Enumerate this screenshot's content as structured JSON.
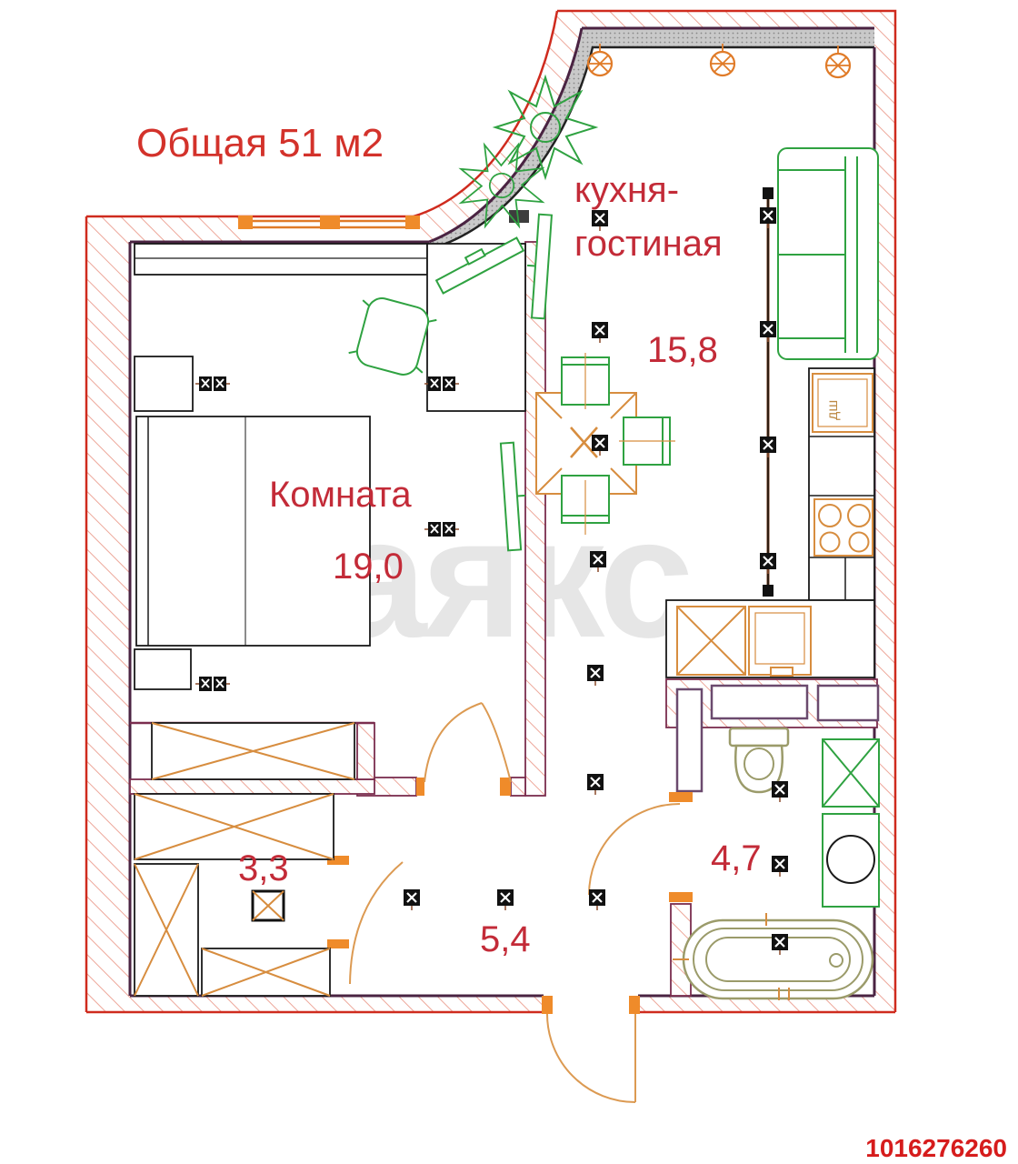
{
  "title": "Общая 51 м2",
  "watermark": "аякс",
  "listing_id": "1016276260",
  "rooms": {
    "kitchen_living": {
      "name_line1": "кухня-",
      "name_line2": "гостиная",
      "area": "15,8"
    },
    "bedroom": {
      "name": "Комната",
      "area": "19,0"
    },
    "wardrobe": {
      "area": "3,3"
    },
    "hallway": {
      "area": "5,4"
    },
    "bathroom": {
      "area": "4,7"
    }
  },
  "appliances": {
    "dishwasher_abbr": "дш"
  },
  "colors": {
    "wall_outline_red": "#cf2b1e",
    "wall_hatch_pink": "#eda79a",
    "wall_inner_purple": "#4a2342",
    "partition_purple": "#7a2d4f",
    "window_orange": "#e07b28",
    "furniture_orange": "#d78d3f",
    "furniture_green": "#2fa241",
    "fixture_olive": "#9b9b6a",
    "glazing_gray": "#c9c9c9",
    "label_crimson": "#c32b38",
    "title_red": "#d3322b",
    "id_red": "#d61c1c",
    "watermark_gray": "#e6e6e6"
  }
}
